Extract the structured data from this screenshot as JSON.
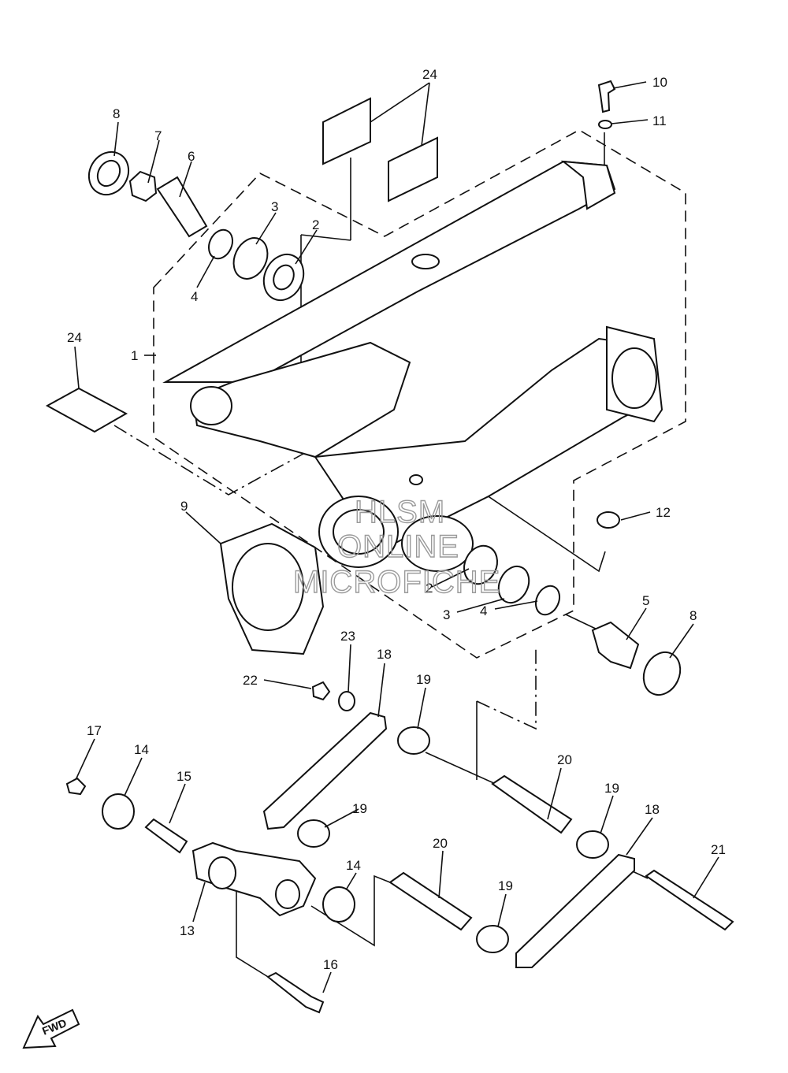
{
  "callouts": {
    "c1": "1",
    "c2a": "2",
    "c2b": "2",
    "c3a": "3",
    "c3b": "3",
    "c4a": "4",
    "c4b": "4",
    "c5": "5",
    "c6": "6",
    "c7": "7",
    "c8a": "8",
    "c8b": "8",
    "c9": "9",
    "c10": "10",
    "c11": "11",
    "c12": "12",
    "c13": "13",
    "c14a": "14",
    "c14b": "14",
    "c15": "15",
    "c16": "16",
    "c17": "17",
    "c18a": "18",
    "c18b": "18",
    "c19a": "19",
    "c19b": "19",
    "c19c": "19",
    "c19d": "19",
    "c20a": "20",
    "c20b": "20",
    "c21": "21",
    "c22": "22",
    "c23": "23",
    "c24a": "24",
    "c24b": "24"
  },
  "watermark": {
    "line1": "HLSM",
    "line2": "ONLINE",
    "line3": "MICROFICHE"
  },
  "fwd": "FWD",
  "colors": {
    "ink": "#111111",
    "watermark": "#9a9a9a",
    "background": "#ffffff"
  }
}
